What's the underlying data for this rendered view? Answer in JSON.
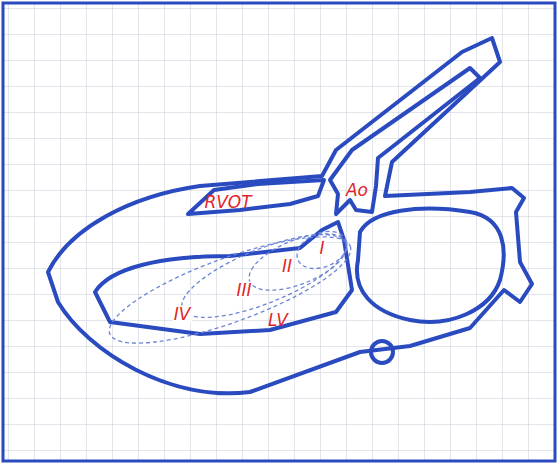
{
  "diagram": {
    "labels": [
      "RVOT",
      "Ao",
      "I",
      "II",
      "III",
      "IV",
      "LV"
    ]
  }
}
